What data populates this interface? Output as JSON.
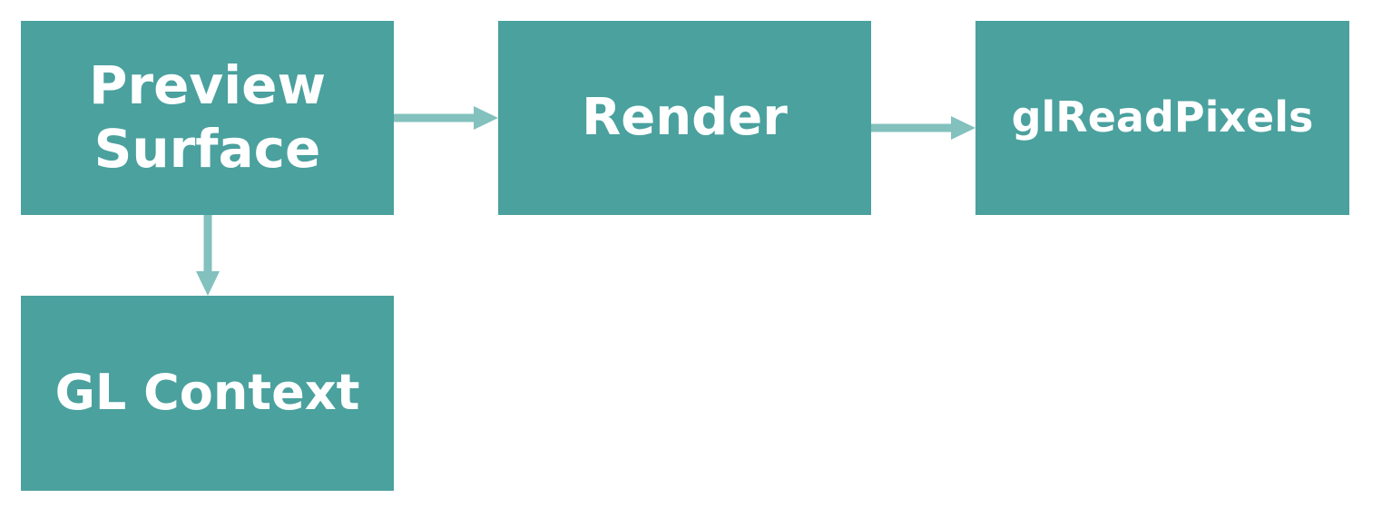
{
  "nodes": {
    "preview": {
      "line1": "Preview",
      "line2": "Surface"
    },
    "render": {
      "label": "Render"
    },
    "read_pixels": {
      "label": "glReadPixels"
    },
    "context": {
      "label": "GL Context"
    }
  },
  "edges": [
    {
      "from": "Preview Surface",
      "to": "Render"
    },
    {
      "from": "Render",
      "to": "glReadPixels"
    },
    {
      "from": "Preview Surface",
      "to": "GL Context"
    }
  ],
  "colors": {
    "node_fill": "#4aa19e",
    "node_text": "#ffffff",
    "arrow": "#82c1bd",
    "background": "#ffffff"
  }
}
